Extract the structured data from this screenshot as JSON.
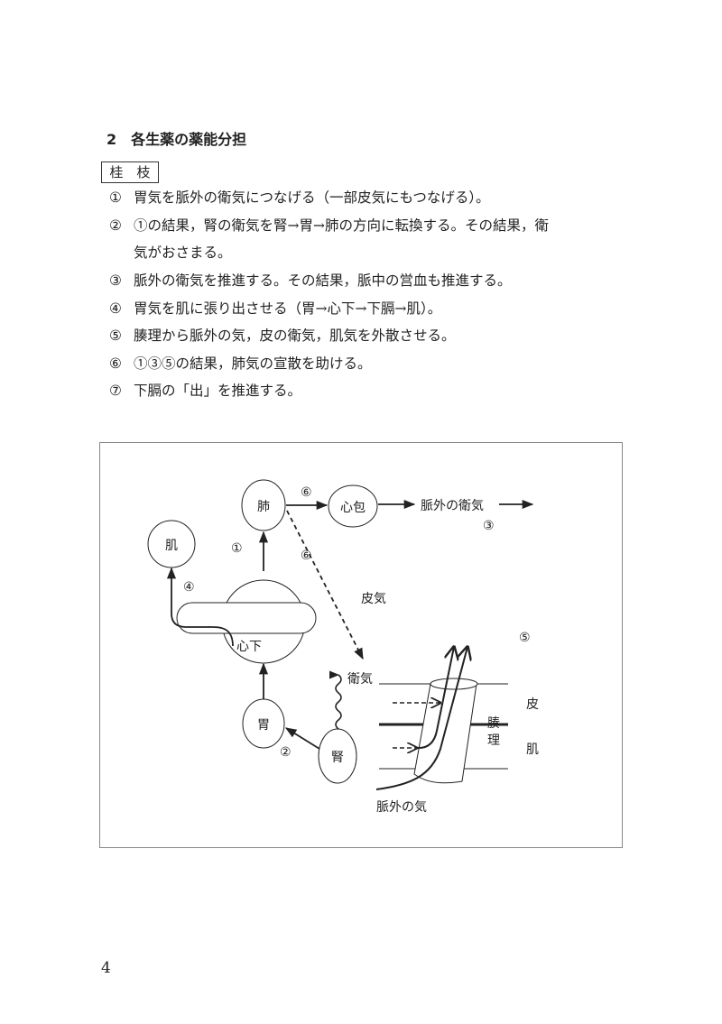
{
  "heading": {
    "number": "2",
    "title": "各生薬の薬能分担"
  },
  "herb_label": "桂　枝",
  "items": [
    {
      "num": "①",
      "text": "胃気を脈外の衛気につなげる（一部皮気にもつなげる）。"
    },
    {
      "num": "②",
      "text": "①の結果，腎の衛気を腎→胃→肺の方向に転換する。その結果，衛",
      "cont": "気がおさまる。"
    },
    {
      "num": "③",
      "text": "脈外の衛気を推進する。その結果，脈中の営血も推進する。"
    },
    {
      "num": "④",
      "text": "胃気を肌に張り出させる（胃→心下→下膈→肌）。"
    },
    {
      "num": "⑤",
      "text": "腠理から脈外の気，皮の衛気，肌気を外散させる。"
    },
    {
      "num": "⑥",
      "text": "①③⑤の結果，肺気の宣散を助ける。"
    },
    {
      "num": "⑦",
      "text": "下膈の「出」を推進する。"
    }
  ],
  "diagram": {
    "nodes": {
      "lung": "肺",
      "pericardium": "心包",
      "flesh": "肌",
      "shinka": "心下",
      "stomach": "胃",
      "kidney": "腎"
    },
    "labels": {
      "extravascular_wei": "脈外の衛気",
      "skin_qi": "皮気",
      "wei_qi": "衛気",
      "skin": "皮",
      "flesh": "肌",
      "couli_1": "腠",
      "couli_2": "理",
      "extravascular_qi": "脈外の気"
    },
    "markers": {
      "m1": "①",
      "m2": "②",
      "m3": "③",
      "m4": "④",
      "m5": "⑤",
      "m6a": "⑥",
      "m6b": "⑥"
    }
  },
  "page_number": "4"
}
